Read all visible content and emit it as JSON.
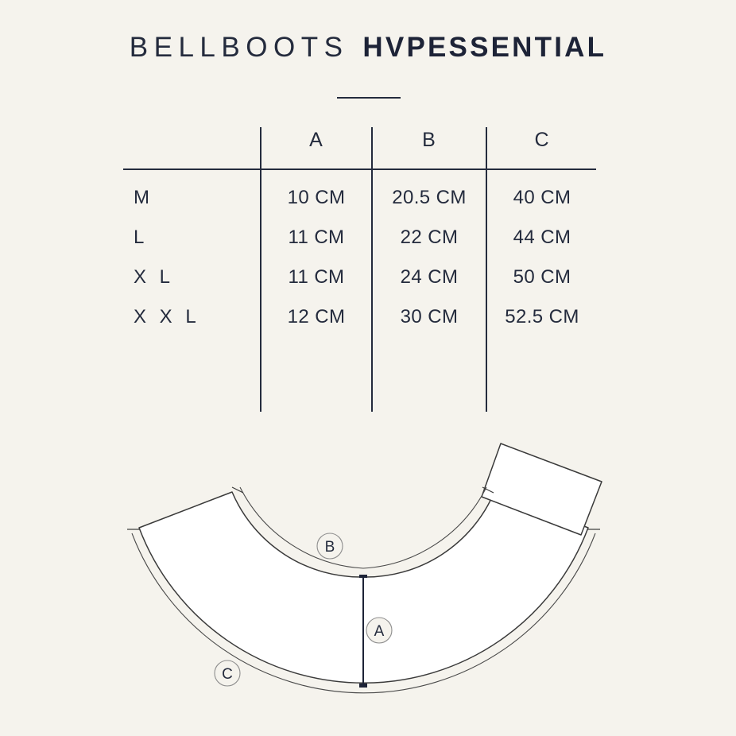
{
  "header": {
    "brand_light": "BELLBOOTS",
    "brand_bold": "HVPESSENTIAL"
  },
  "colors": {
    "background": "#f5f3ed",
    "ink": "#242b3d",
    "line": "#2a3042",
    "diagram_fill": "#ffffff",
    "diagram_stroke": "#3a3a3a"
  },
  "table": {
    "size_column_header": "",
    "columns": [
      "A",
      "B",
      "C"
    ],
    "rows": [
      {
        "size": "M",
        "a": "10 CM",
        "b": "20.5 CM",
        "c": "40 CM"
      },
      {
        "size": "L",
        "a": "11 CM",
        "b": "22 CM",
        "c": "44 CM"
      },
      {
        "size": "X L",
        "a": "11 CM",
        "b": "24 CM",
        "c": "50 CM"
      },
      {
        "size": "X X L",
        "a": "12 CM",
        "b": "30 CM",
        "c": "52.5 CM"
      }
    ]
  },
  "diagram": {
    "markers": [
      {
        "id": "A",
        "label": "A",
        "meaning": "height-from-inner-arc-to-outer-arc"
      },
      {
        "id": "B",
        "label": "B",
        "meaning": "inner-arc-length"
      },
      {
        "id": "C",
        "label": "C",
        "meaning": "outer-arc-length"
      }
    ]
  }
}
